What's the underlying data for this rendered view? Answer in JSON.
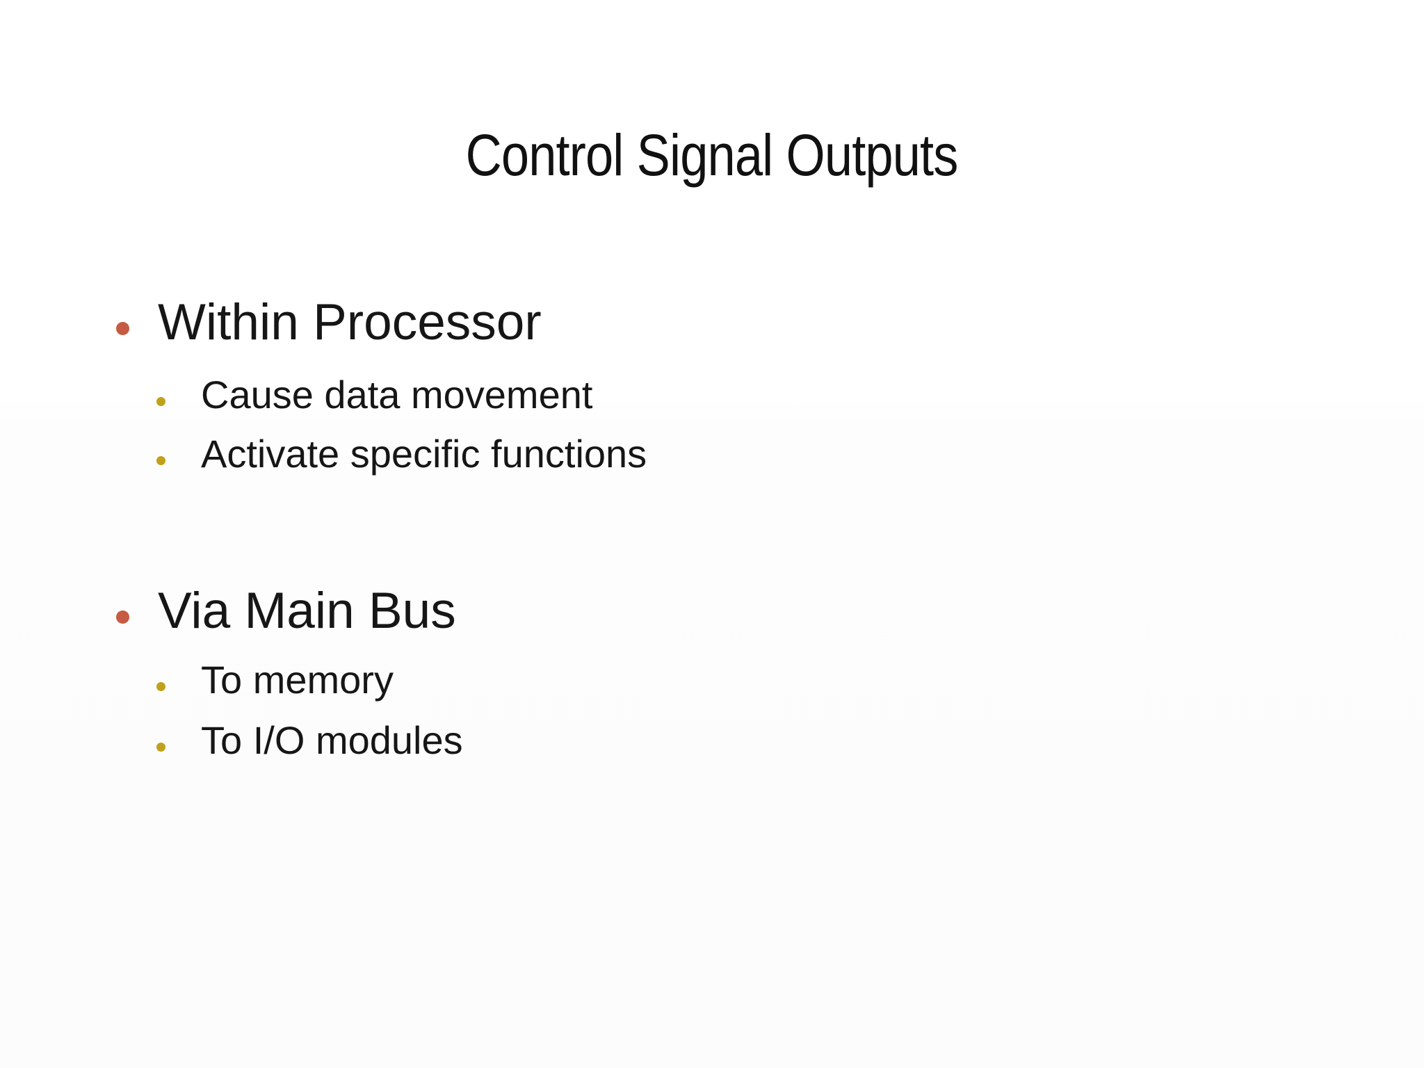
{
  "slide": {
    "title": "Control Signal Outputs",
    "sections": [
      {
        "heading": "Within Processor",
        "items": [
          "Cause data movement",
          "Activate specific functions"
        ]
      },
      {
        "heading": "Via Main Bus",
        "items": [
          "To memory",
          "To I/O modules"
        ]
      }
    ],
    "colors": {
      "background": "#ffffff",
      "text": "#161616",
      "level1_bullet": "#c65b43",
      "level2_bullet": "#c0a11c"
    }
  }
}
